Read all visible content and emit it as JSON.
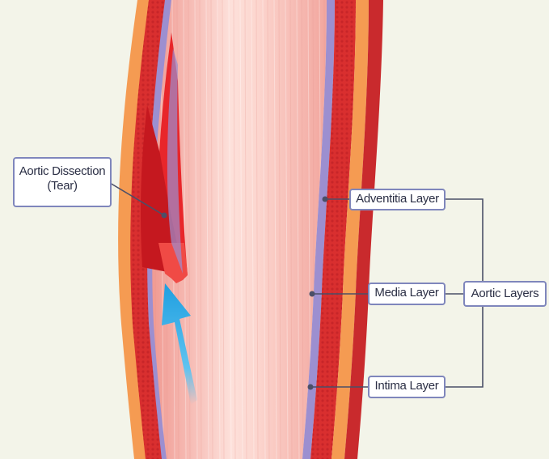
{
  "labels": {
    "dissection_line1": "Aortic Dissection",
    "dissection_line2": "(Tear)",
    "adventitia": "Adventitia Layer",
    "media": "Media Layer",
    "intima": "Intima Layer",
    "aortic_layers": "Aortic Layers"
  },
  "colors": {
    "background": "#f3f4e9",
    "lumen": "#f6b3ac",
    "lumen_light": "#fde0da",
    "wall_red": "#d92f2f",
    "adventitia_orange": "#f59b52",
    "intima_purple": "#9c8fd0",
    "flap_red": "#e8262a",
    "arrow_blue": "#29a9e6",
    "label_border": "#7f86bc",
    "connector": "#4b4f68"
  },
  "icons": {
    "blood_flow": "blood-flow-arrow-icon"
  }
}
